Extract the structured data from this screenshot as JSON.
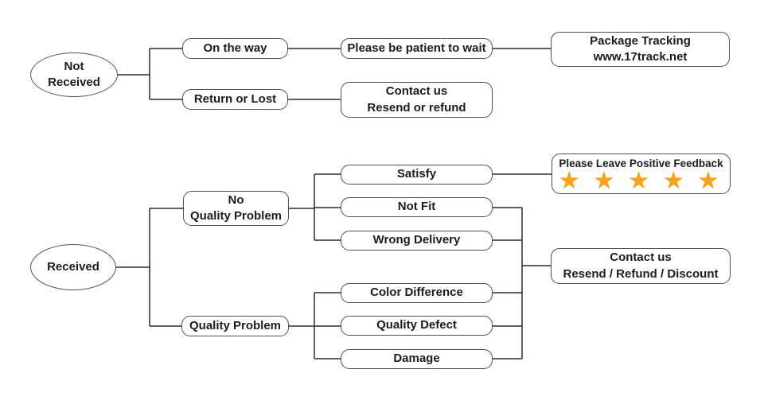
{
  "colors": {
    "background": "#ffffff",
    "line": "#2b2b2b",
    "box_border": "#4f4f4f",
    "text": "#1c1c1c",
    "star": "#F7A11C"
  },
  "nodes": {
    "not_received": {
      "label": "Not\nReceived"
    },
    "on_the_way": {
      "label": "On the way"
    },
    "return_or_lost": {
      "label": "Return or Lost"
    },
    "please_be_patient": {
      "label": "Please be patient to wait"
    },
    "package_tracking": {
      "label": "Package Tracking\nwww.17track.net"
    },
    "contact_resend_refund": {
      "label": "Contact us\nResend or refund"
    },
    "received": {
      "label": "Received"
    },
    "no_quality_problem": {
      "label": "No\nQuality Problem"
    },
    "quality_problem": {
      "label": "Quality Problem"
    },
    "satisfy": {
      "label": "Satisfy"
    },
    "not_fit": {
      "label": "Not Fit"
    },
    "wrong_delivery": {
      "label": "Wrong Delivery"
    },
    "color_difference": {
      "label": "Color Difference"
    },
    "quality_defect": {
      "label": "Quality Defect"
    },
    "damage": {
      "label": "Damage"
    },
    "positive_feedback": {
      "label": "Please Leave Positive Feedback",
      "stars": "★ ★ ★ ★ ★",
      "star_count": 5
    },
    "contact_discount": {
      "label": "Contact us\nResend / Refund / Discount"
    }
  }
}
